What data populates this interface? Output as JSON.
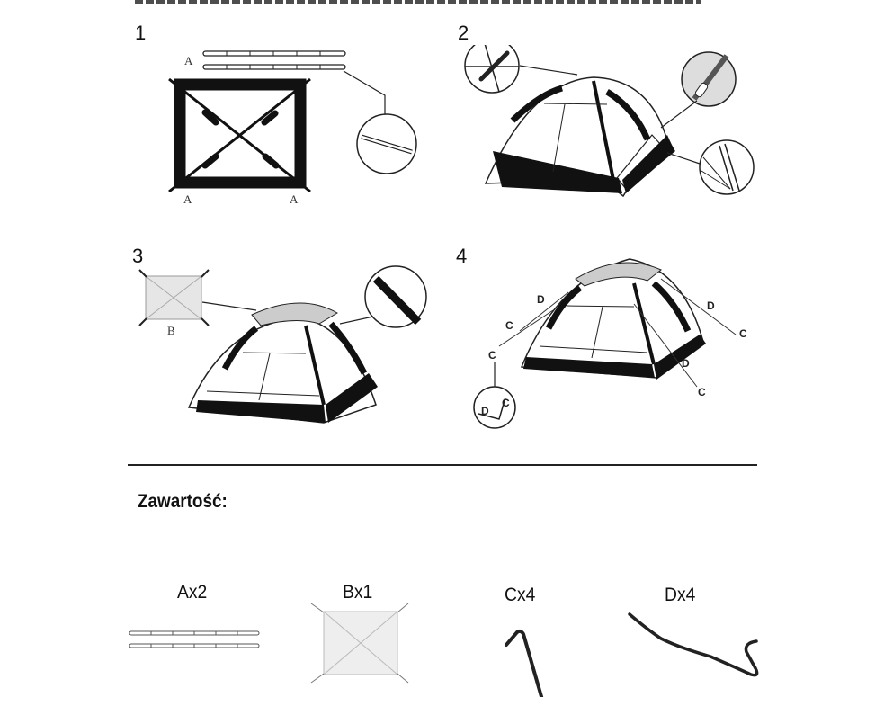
{
  "document": {
    "type": "tent-assembly-instructions",
    "steps": [
      {
        "number": "1",
        "labels": [
          "A",
          "A",
          "A"
        ],
        "description": "Insert crossed poles A into frame corners; detail of pole joint"
      },
      {
        "number": "2",
        "description": "Erect dome; details of crossing clip, pole sleeve and ground peg"
      },
      {
        "number": "3",
        "labels": [
          "B"
        ],
        "description": "Place rain cover B on top; detail of fastener"
      },
      {
        "number": "4",
        "labels": [
          "D",
          "C",
          "C",
          "D",
          "C",
          "D",
          "C"
        ],
        "inset_labels": [
          "D",
          "C"
        ],
        "description": "Anchor with guy lines D and pegs C"
      }
    ],
    "contents": {
      "title": "Zawartość:",
      "items": [
        {
          "id": "A",
          "label": "Ax2",
          "name": "poles"
        },
        {
          "id": "B",
          "label": "Bx1",
          "name": "rain-cover"
        },
        {
          "id": "C",
          "label": "Cx4",
          "name": "peg"
        },
        {
          "id": "D",
          "label": "Dx4",
          "name": "guy-line"
        }
      ]
    }
  }
}
